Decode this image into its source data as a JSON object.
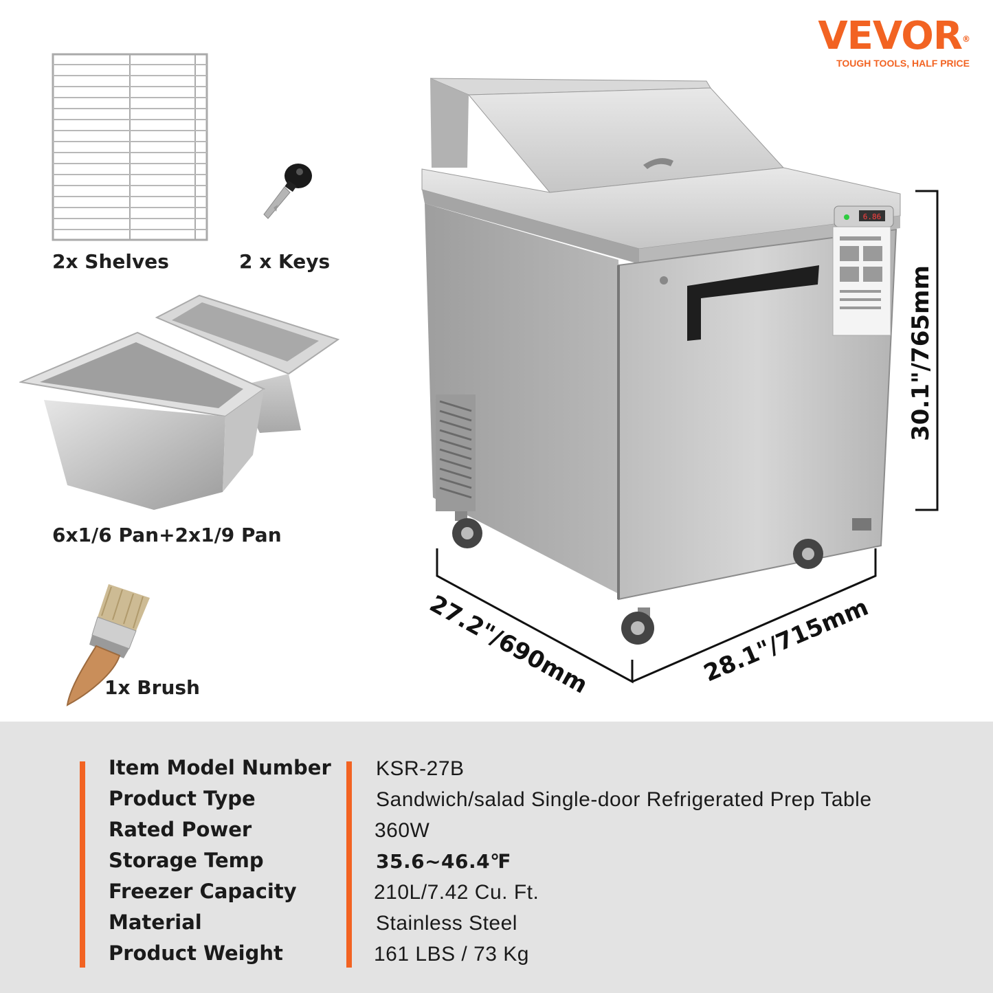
{
  "brand": {
    "name": "VEVOR",
    "registered": "®",
    "tagline": "TOUGH TOOLS, HALF PRICE",
    "color": "#f26322"
  },
  "accessories": [
    {
      "label": "2x Shelves",
      "icon": "wire-shelf-icon"
    },
    {
      "label": "2 x Keys",
      "icon": "key-icon"
    },
    {
      "label": "6x1/6 Pan+2x1/9 Pan",
      "icon": "steam-pan-icon"
    },
    {
      "label": "1x Brush",
      "icon": "paint-brush-icon"
    }
  ],
  "dimensions": {
    "height": "30.1\"/765mm",
    "depth": "27.2\"/690mm",
    "width": "28.1\"/715mm"
  },
  "product_image": {
    "display_readout": "6.86"
  },
  "specs": [
    {
      "label": "Item Model Number",
      "value": "KSR-27B"
    },
    {
      "label": "Product Type",
      "value": "Sandwich/salad Single-door Refrigerated Prep Table"
    },
    {
      "label": "Rated Power",
      "value": "360W"
    },
    {
      "label": "Storage Temp",
      "value": "35.6~46.4℉"
    },
    {
      "label": "Freezer Capacity",
      "value": "210L/7.42 Cu. Ft."
    },
    {
      "label": "Material",
      "value": "Stainless Steel"
    },
    {
      "label": "Product Weight",
      "value": "161 LBS / 73 Kg"
    }
  ]
}
